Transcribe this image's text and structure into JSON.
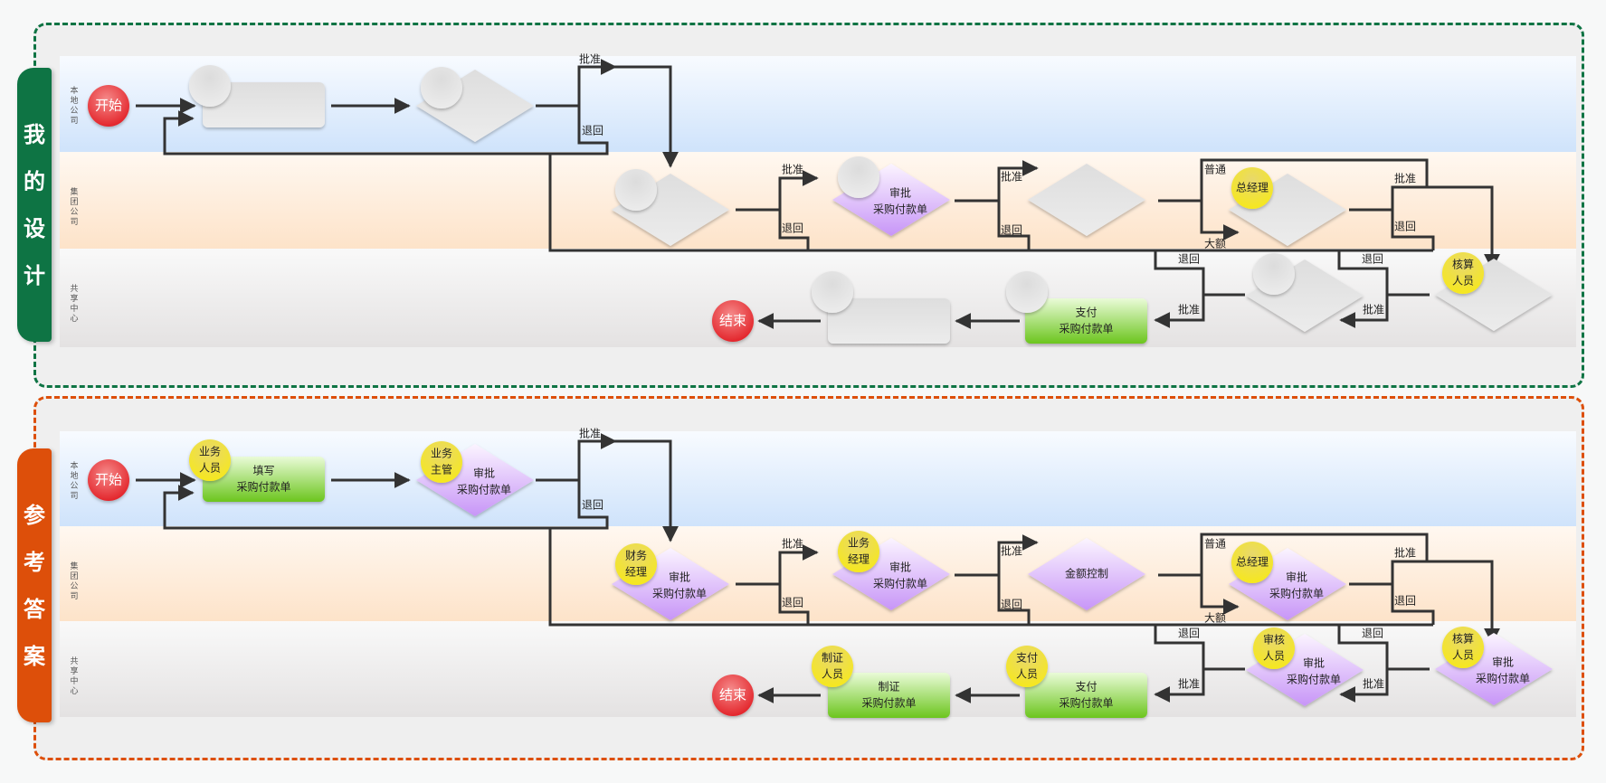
{
  "sections": [
    {
      "id": "design",
      "title": [
        "我",
        "的",
        "设",
        "计"
      ],
      "color": "#0e7444",
      "lanes": [
        "本地公司",
        "集团公司",
        "共享中心"
      ],
      "nodes": {
        "start": "开始",
        "fill_form": {
          "role": "",
          "text": [
            "",
            ""
          ]
        },
        "biz_supervisor": {
          "role": "",
          "text": [
            "",
            ""
          ]
        },
        "finance_mgr": {
          "role": "",
          "text": [
            "",
            ""
          ]
        },
        "biz_mgr": {
          "role": "",
          "text": [
            "审批",
            "采购付款单"
          ]
        },
        "amount_ctrl": {
          "text": ""
        },
        "gm": {
          "role": "总经理",
          "text": [
            "",
            ""
          ]
        },
        "accountant": {
          "role": "核算人员",
          "role_lines": [
            "核算",
            "人员"
          ],
          "text": [
            "",
            ""
          ]
        },
        "auditor": {
          "role": "",
          "text": [
            "",
            ""
          ]
        },
        "payment": {
          "role": "",
          "text": [
            "支付",
            "采购付款单"
          ]
        },
        "voucher": {
          "role": "",
          "text": [
            "",
            ""
          ]
        },
        "end": "结束"
      }
    },
    {
      "id": "answer",
      "title": [
        "参",
        "考",
        "答",
        "案"
      ],
      "color": "#dd4f0a",
      "lanes": [
        "本地公司",
        "集团公司",
        "共享中心"
      ],
      "nodes": {
        "start": "开始",
        "fill_form": {
          "role_lines": [
            "业务",
            "人员"
          ],
          "text": [
            "填写",
            "采购付款单"
          ]
        },
        "biz_supervisor": {
          "role_lines": [
            "业务",
            "主管"
          ],
          "text": [
            "审批",
            "采购付款单"
          ]
        },
        "finance_mgr": {
          "role_lines": [
            "财务",
            "经理"
          ],
          "text": [
            "审批",
            "采购付款单"
          ]
        },
        "biz_mgr": {
          "role_lines": [
            "业务",
            "经理"
          ],
          "text": [
            "审批",
            "采购付款单"
          ]
        },
        "amount_ctrl": {
          "text": "金额控制"
        },
        "gm": {
          "role": "总经理",
          "text": [
            "审批",
            "采购付款单"
          ]
        },
        "accountant": {
          "role_lines": [
            "核算",
            "人员"
          ],
          "text": [
            "审批",
            "采购付款单"
          ]
        },
        "auditor": {
          "role_lines": [
            "审核",
            "人员"
          ],
          "text": [
            "审批",
            "采购付款单"
          ]
        },
        "payment": {
          "role_lines": [
            "支付",
            "人员"
          ],
          "text": [
            "支付",
            "采购付款单"
          ]
        },
        "voucher": {
          "role_lines": [
            "制证",
            "人员"
          ],
          "text": [
            "制证",
            "采购付款单"
          ]
        },
        "end": "结束"
      }
    }
  ],
  "edge_labels": {
    "approve": "批准",
    "reject": "退回",
    "normal": "普通",
    "large": "大额"
  },
  "colors": {
    "start_end": "#e8363a",
    "task_green": "#7ccf2c",
    "decision_purple": "#d3b0f5",
    "role_yellow": "#f1de3a",
    "placeholder_gray": "#e2e2e2",
    "line": "#333333"
  }
}
